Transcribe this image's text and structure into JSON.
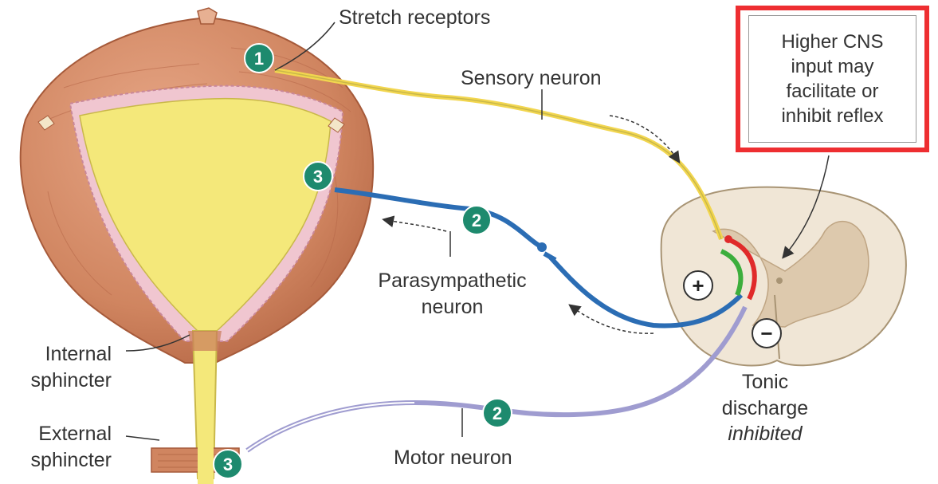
{
  "labels": {
    "stretch_receptors": "Stretch receptors",
    "sensory_neuron": "Sensory neuron",
    "parasympathetic_line1": "Parasympathetic",
    "parasympathetic_line2": "neuron",
    "internal_line1": "Internal",
    "internal_line2": "sphincter",
    "external_line1": "External",
    "external_line2": "sphincter",
    "motor_neuron": "Motor neuron",
    "tonic_line1": "Tonic",
    "tonic_line2": "discharge",
    "tonic_line3": "inhibited"
  },
  "cns_box": {
    "line1": "Higher CNS",
    "line2": "input may",
    "line3": "facilitate or",
    "line4": "inhibit reflex",
    "highlight_color": "#ee2e31"
  },
  "markers": {
    "step1": "1",
    "step2_para": "2",
    "step3_bladder": "3",
    "step2_motor": "2",
    "step3_sphincter": "3",
    "plus": "+",
    "minus": "−"
  },
  "colors": {
    "muscle": "#d38a63",
    "mucosa": "#f0c6d0",
    "urine": "#f4e87a",
    "sensory": "#f2d64f",
    "parasympathetic": "#2b6db4",
    "motor": "#9f9cd0",
    "marker": "#1e8a6e",
    "excite": "#3cae3c",
    "inhibit": "#e02a2a",
    "cord": "#f0e6d6",
    "gray_matter": "#ddc9ad"
  }
}
